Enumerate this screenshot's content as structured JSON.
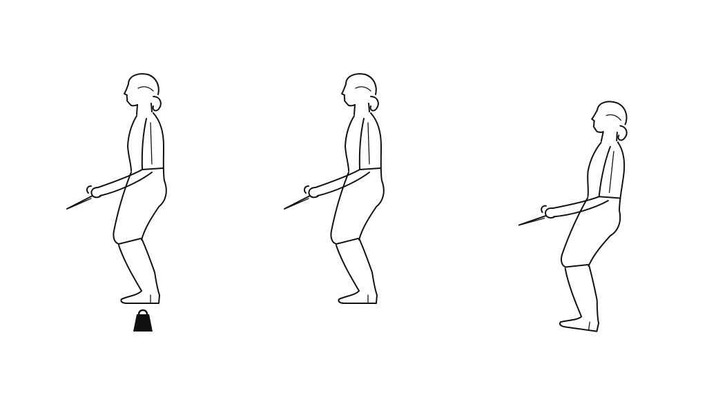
{
  "illustration": {
    "figures": [
      {
        "name": "rider-upright-with-weight",
        "pose": "upright",
        "has_weight": true
      },
      {
        "name": "rider-upright",
        "pose": "upright",
        "has_weight": false
      },
      {
        "name": "rider-leaning-forward",
        "pose": "leaning",
        "has_weight": false
      }
    ],
    "line_color": "#111111",
    "background_color": "#ffffff"
  }
}
